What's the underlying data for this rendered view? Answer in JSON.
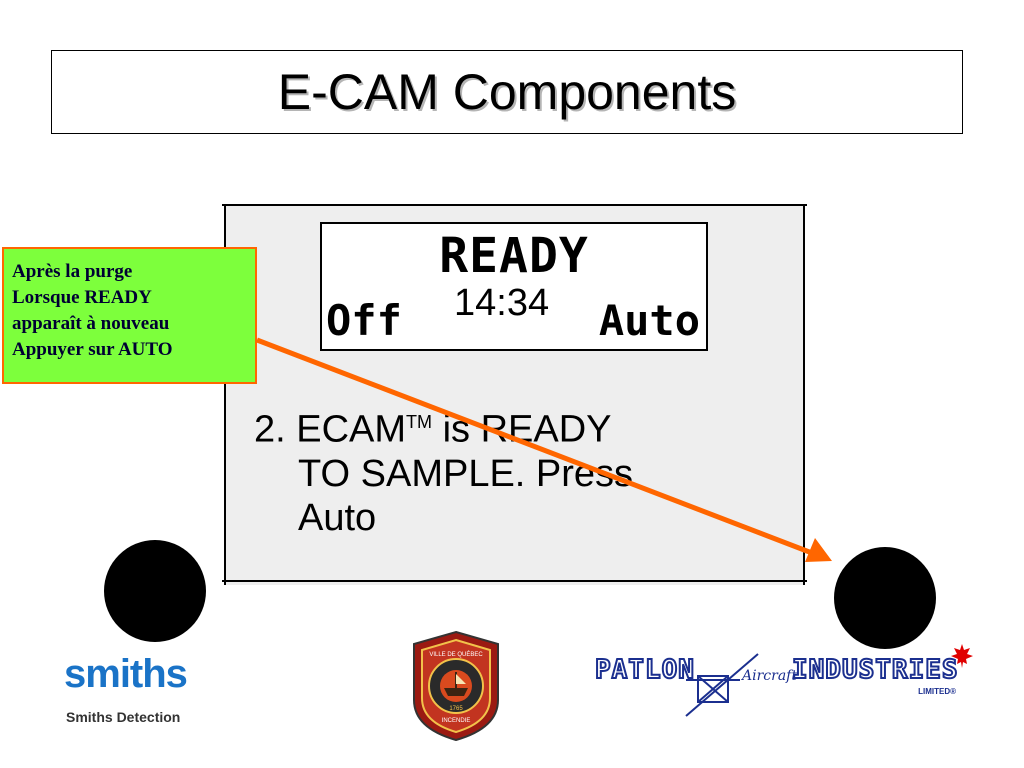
{
  "slide": {
    "title": "E-CAM Components"
  },
  "lcd": {
    "status": "READY",
    "left_label": "Off",
    "time": "14:34",
    "right_label": "Auto"
  },
  "step": {
    "line1_prefix": "2. ECAM",
    "trademark": "TM",
    "line1_suffix": " is READY",
    "line2": "TO SAMPLE. Press",
    "line3": "Auto"
  },
  "note": {
    "lines": [
      "Après la purge",
      "Lorsque READY",
      "apparaît à nouveau",
      "Appuyer sur AUTO"
    ]
  },
  "logos": {
    "smiths": "smiths",
    "smiths_sub": "Smiths Detection",
    "badge_top": "VILLE DE QUÉBEC",
    "badge_year": "1765",
    "badge_bottom": "INCENDIE",
    "patlon_left": "PATLON",
    "patlon_script": "Aircraft",
    "patlon_right": "INDUSTRIES",
    "patlon_limited": "LIMITED®"
  },
  "colors": {
    "note_bg": "#7dff3c",
    "arrow": "#ff6600",
    "smiths_blue": "#1a73c7",
    "patlon_blue": "#1b2f8f",
    "maple_red": "#e00000"
  }
}
